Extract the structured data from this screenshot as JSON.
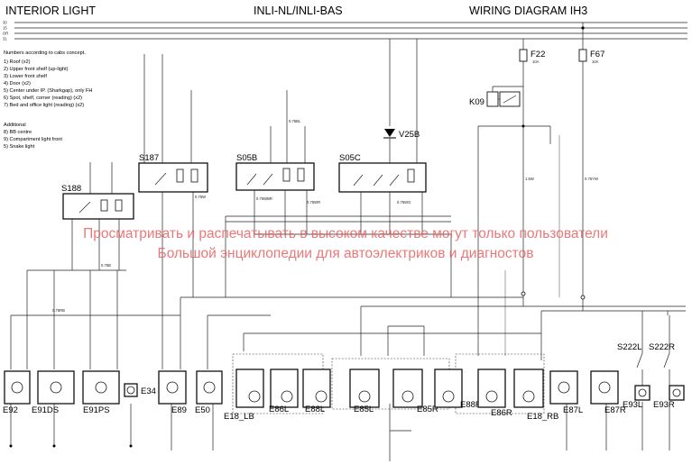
{
  "header": {
    "left_title": "INTERIOR LIGHT",
    "center_title": "INLI-NL/INLI-BAS",
    "right_title": "WIRING DIAGRAM IH3"
  },
  "bus_labels": [
    "30",
    "15",
    "OR",
    "31"
  ],
  "notes": {
    "intro": "Numbers according to cabs concept.",
    "items": [
      "1) Roof (x2)",
      "2) Upper front shelf (up-light)",
      "3) Lower front shelf",
      "4) Door (x2)",
      "5) Center under IP. (Sharkgap), only FH",
      "6) Spot, shelf, corner (reading) (x2)",
      "7) Bed and office light (reading) (x2)"
    ],
    "additional_title": "Additional",
    "additional_items": [
      "8) BB centre",
      "9) Compartment light front",
      "5) Snake light"
    ]
  },
  "fuses": [
    {
      "id": "F22",
      "rating": "10A"
    },
    {
      "id": "F67",
      "rating": "10A"
    }
  ],
  "relay": {
    "id": "K09"
  },
  "diode": {
    "id": "V25B"
  },
  "switches": [
    "S188",
    "S187",
    "S05B",
    "S05C",
    "S222L",
    "S222R"
  ],
  "components": [
    "E92",
    "E91DS",
    "E91PS",
    "E34",
    "E89",
    "E50",
    "E18_LB",
    "E86L",
    "E88L",
    "E85L",
    "E85R",
    "E88R",
    "E86R",
    "E18_RB",
    "E87L",
    "E87R",
    "E93L",
    "E93R"
  ],
  "watermark": {
    "line1": "Просматривать и распечатывать в высоком качестве могут только пользователи",
    "line2": "Большой энциклопедии для автоэлектриков и диагностов"
  },
  "wire_codes": [
    "0.75W",
    "0.75B",
    "0.75WBR",
    "0.75RB",
    "0.75BL",
    "0.75WR",
    "0.75WG",
    "1.5W",
    "0.75YW"
  ]
}
